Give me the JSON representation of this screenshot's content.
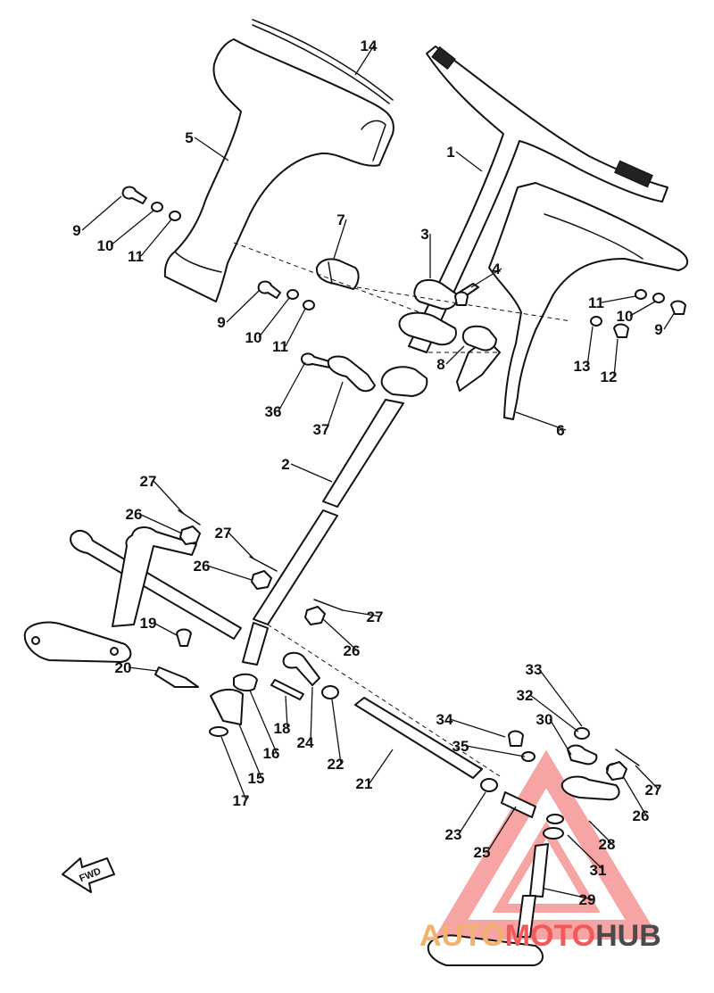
{
  "callouts": [
    {
      "n": "1"
    },
    {
      "n": "2"
    },
    {
      "n": "3"
    },
    {
      "n": "4"
    },
    {
      "n": "5"
    },
    {
      "n": "6"
    },
    {
      "n": "7"
    },
    {
      "n": "8"
    },
    {
      "n": "9"
    },
    {
      "n": "9"
    },
    {
      "n": "9"
    },
    {
      "n": "10"
    },
    {
      "n": "10"
    },
    {
      "n": "10"
    },
    {
      "n": "11"
    },
    {
      "n": "11"
    },
    {
      "n": "11"
    },
    {
      "n": "12"
    },
    {
      "n": "13"
    },
    {
      "n": "14"
    },
    {
      "n": "15"
    },
    {
      "n": "16"
    },
    {
      "n": "17"
    },
    {
      "n": "18"
    },
    {
      "n": "19"
    },
    {
      "n": "20"
    },
    {
      "n": "21"
    },
    {
      "n": "22"
    },
    {
      "n": "23"
    },
    {
      "n": "24"
    },
    {
      "n": "25"
    },
    {
      "n": "26"
    },
    {
      "n": "26"
    },
    {
      "n": "26"
    },
    {
      "n": "26"
    },
    {
      "n": "27"
    },
    {
      "n": "27"
    },
    {
      "n": "27"
    },
    {
      "n": "27"
    },
    {
      "n": "28"
    },
    {
      "n": "29"
    },
    {
      "n": "30"
    },
    {
      "n": "31"
    },
    {
      "n": "32"
    },
    {
      "n": "33"
    },
    {
      "n": "34"
    },
    {
      "n": "35"
    },
    {
      "n": "36"
    },
    {
      "n": "37"
    }
  ],
  "direction_marker": {
    "label": "FWD"
  },
  "watermark": {
    "part1": "AUTO",
    "part2": "MOTO",
    "part3": "HUB",
    "colors": {
      "auto": "#f2b26b",
      "moto": "#f05a5a",
      "hub": "#4a4a4a",
      "triangle": "#f05a5a"
    }
  },
  "colors": {
    "line": "#111111",
    "background": "#ffffff"
  }
}
